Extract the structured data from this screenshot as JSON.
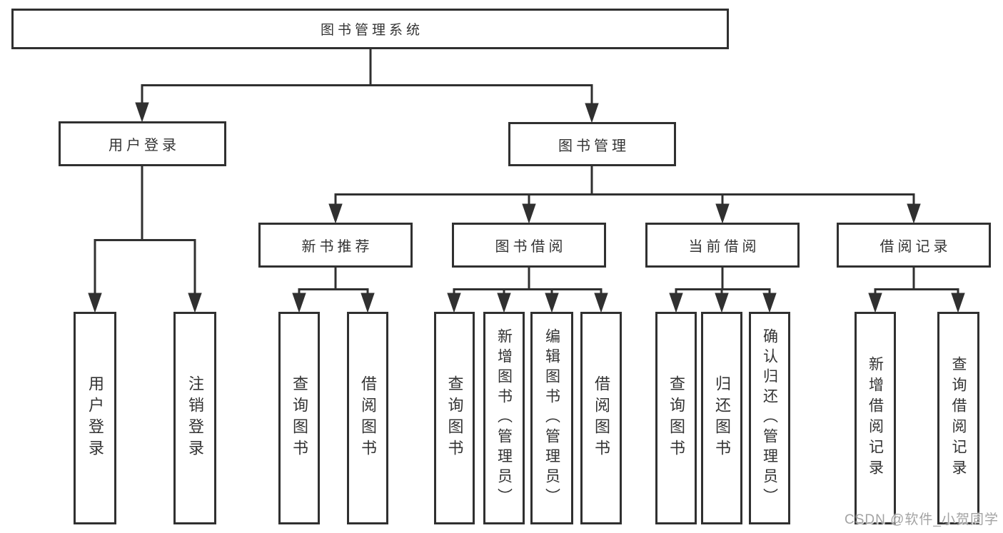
{
  "diagram": {
    "title": "图书管理系统",
    "nodes": {
      "root": {
        "label": "图书管理系统"
      },
      "user-login": {
        "label": "用户登录"
      },
      "book-mgmt": {
        "label": "图书管理"
      },
      "new-book-rec": {
        "label": "新书推荐"
      },
      "book-borrow": {
        "label": "图书借阅"
      },
      "current-borrow": {
        "label": "当前借阅"
      },
      "borrow-records": {
        "label": "借阅记录"
      },
      "v-user-login": {
        "label": "用户登录"
      },
      "v-logout": {
        "label": "注销登录"
      },
      "v-query-book-1": {
        "label": "查询图书"
      },
      "v-borrow-book-1": {
        "label": "借阅图书"
      },
      "v-query-book-2": {
        "label": "查询图书"
      },
      "v-add-book": {
        "label": "新增图书（管理员）"
      },
      "v-edit-book": {
        "label": "编辑图书（管理员）"
      },
      "v-borrow-book-2": {
        "label": "借阅图书"
      },
      "v-query-book-3": {
        "label": "查询图书"
      },
      "v-return-book": {
        "label": "归还图书"
      },
      "v-confirm-return": {
        "label": "确认归还（管理员）"
      },
      "v-add-record": {
        "label": "新增借阅记录"
      },
      "v-query-record": {
        "label": "查询借阅记录"
      }
    },
    "hierarchy": {
      "图书管理系统": {
        "用户登录": [
          "用户登录",
          "注销登录"
        ],
        "图书管理": {
          "新书推荐": [
            "查询图书",
            "借阅图书"
          ],
          "图书借阅": [
            "查询图书",
            "新增图书（管理员）",
            "编辑图书（管理员）",
            "借阅图书"
          ],
          "当前借阅": [
            "查询图书",
            "归还图书",
            "确认归还（管理员）"
          ],
          "借阅记录": [
            "新增借阅记录",
            "查询借阅记录"
          ]
        }
      }
    },
    "colors": {
      "line": "#303030",
      "box_border": "#303030",
      "text": "#333333",
      "background": "#ffffff",
      "watermark": "#a3a3a3"
    }
  },
  "watermark": {
    "text": "CSDN @软件_小贺同学"
  }
}
